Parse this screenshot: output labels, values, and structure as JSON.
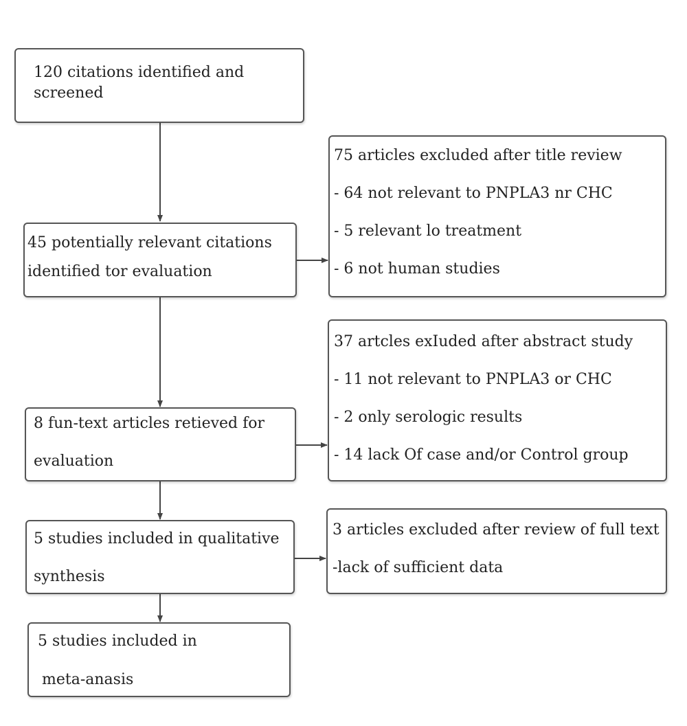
{
  "flow": {
    "identified": {
      "line1": "120 citations identified and",
      "line2": "screened"
    },
    "potential": {
      "line1": "45 potentially relevant citations",
      "line2": "identified tor evaluation"
    },
    "fulltext": {
      "line1": "8 fun-text articles retieved for",
      "line2": "evaluation"
    },
    "qualitative": {
      "line1": "5 studies included in qualitative",
      "line2": "synthesis"
    },
    "meta": {
      "line1": "5 studies included in",
      "line2": "meta-anasis"
    }
  },
  "exclusions": {
    "title_review": {
      "heading": "75 articles excluded after title review",
      "items": [
        "- 64 not relevant to PNPLA3 nr CHC",
        "- 5 relevant lo treatment",
        "- 6 not human studies"
      ]
    },
    "abstract": {
      "heading": "37 artcles exIuded after abstract study",
      "items": [
        "- 11 not relevant to PNPLA3 or CHC",
        "- 2 only serologic results",
        "- 14 lack Of case and/or Control group"
      ]
    },
    "full_text": {
      "heading": "3 articles excluded after review of full text",
      "items": [
        "-lack of sufficient data"
      ]
    }
  }
}
